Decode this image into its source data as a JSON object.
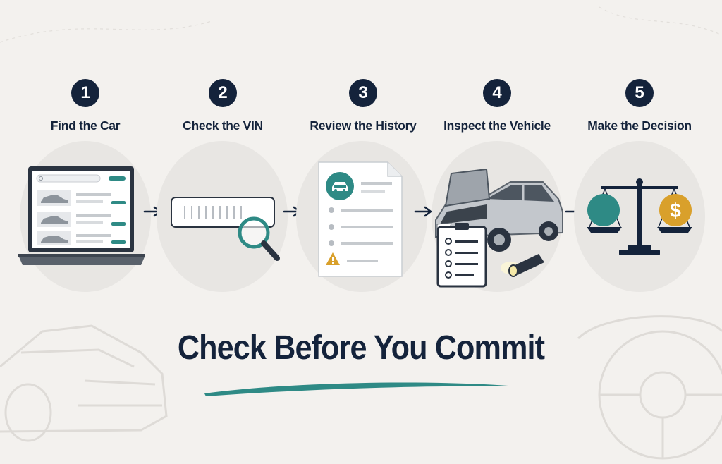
{
  "steps": [
    {
      "number": "1",
      "label": "Find the Car",
      "icon": "laptop-listing-icon"
    },
    {
      "number": "2",
      "label": "Check the VIN",
      "icon": "vin-magnifier-icon"
    },
    {
      "number": "3",
      "label": "Review the History",
      "icon": "history-report-icon"
    },
    {
      "number": "4",
      "label": "Inspect the Vehicle",
      "icon": "car-inspection-icon"
    },
    {
      "number": "5",
      "label": "Make the Decision",
      "icon": "balance-scale-icon"
    }
  ],
  "headline": "Check Before You Commit",
  "colors": {
    "navy": "#14233b",
    "teal": "#2e8a85",
    "gold": "#d9a02b",
    "background": "#f3f1ee",
    "circle": "#e8e6e3"
  },
  "scale_right_symbol": "$"
}
